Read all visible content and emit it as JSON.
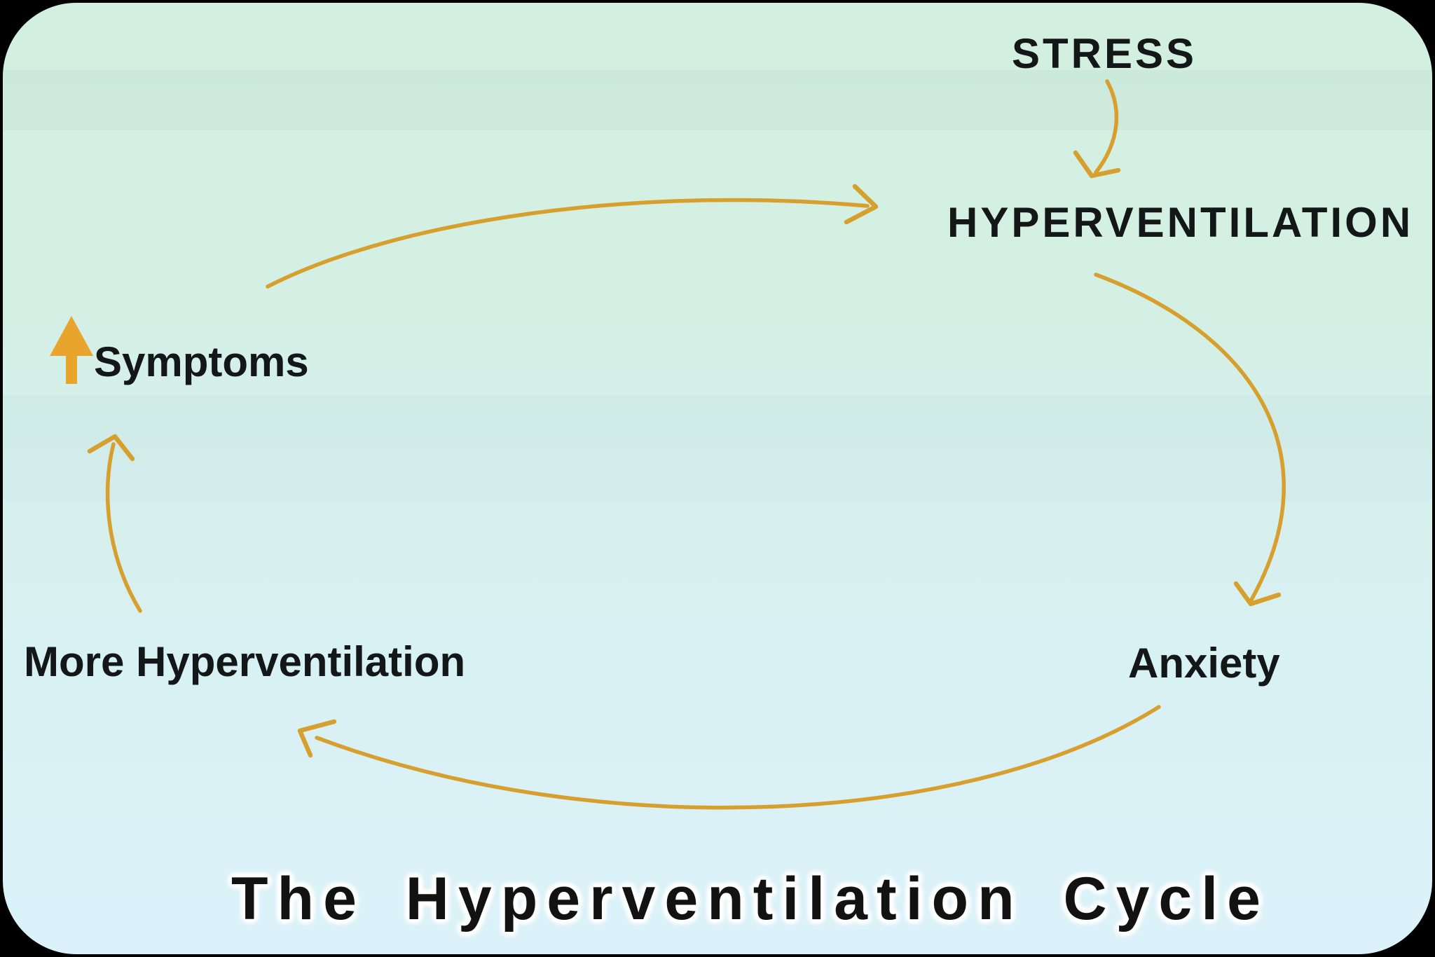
{
  "diagram": {
    "title": "The Hyperventilation Cycle",
    "nodes": {
      "stress": "STRESS",
      "hyperventilation": "HYPERVENTILATION",
      "symptoms": "Symptoms",
      "more_hyperventilation": "More Hyperventilation",
      "anxiety": "Anxiety"
    },
    "colors": {
      "arrow": "#d79f2d",
      "symptoms_increase_arrow": "#e8a42c",
      "text": "#131718",
      "background_top": "#d2efdf",
      "background_bottom": "#dbf2fa",
      "frame": "#000000"
    }
  }
}
